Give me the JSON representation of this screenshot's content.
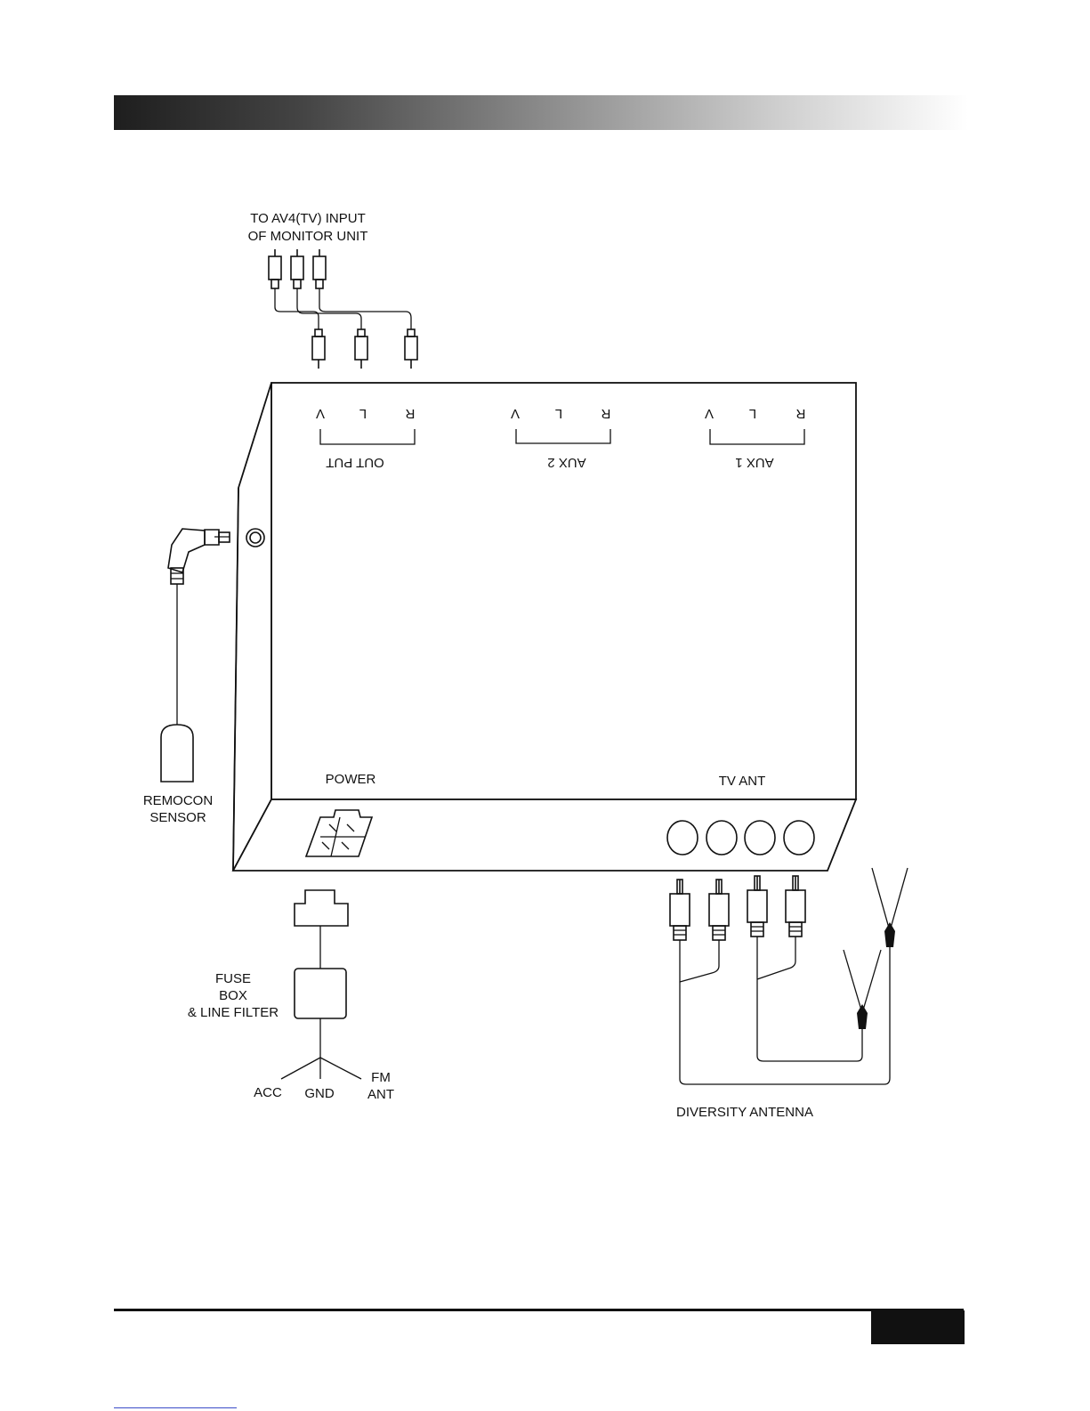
{
  "colors": {
    "ink": "#111111",
    "header_gradient_start": "#1e1e1e",
    "header_gradient_end": "#ffffff",
    "footer_link": "#3b4cc8"
  },
  "labels": {
    "monitor_input": [
      "TO AV4(TV) INPUT",
      "OF MONITOR UNIT"
    ],
    "remocon_sensor": [
      "REMOCON",
      "SENSOR"
    ],
    "power": "POWER",
    "tv_ant": "TV ANT",
    "fuse_box": [
      "FUSE",
      "BOX",
      "& LINE FILTER"
    ],
    "acc": "ACC",
    "gnd": "GND",
    "fm_ant": [
      "FM",
      "ANT"
    ],
    "diversity_antenna": "DIVERSITY ANTENNA"
  },
  "ports": {
    "output": {
      "name": "OUT PUT",
      "channels": [
        "V",
        "L",
        "R"
      ]
    },
    "aux2": {
      "name": "AUX 2",
      "channels": [
        "V",
        "L",
        "R"
      ]
    },
    "aux1": {
      "name": "AUX 1",
      "channels": [
        "V",
        "L",
        "R"
      ]
    }
  }
}
